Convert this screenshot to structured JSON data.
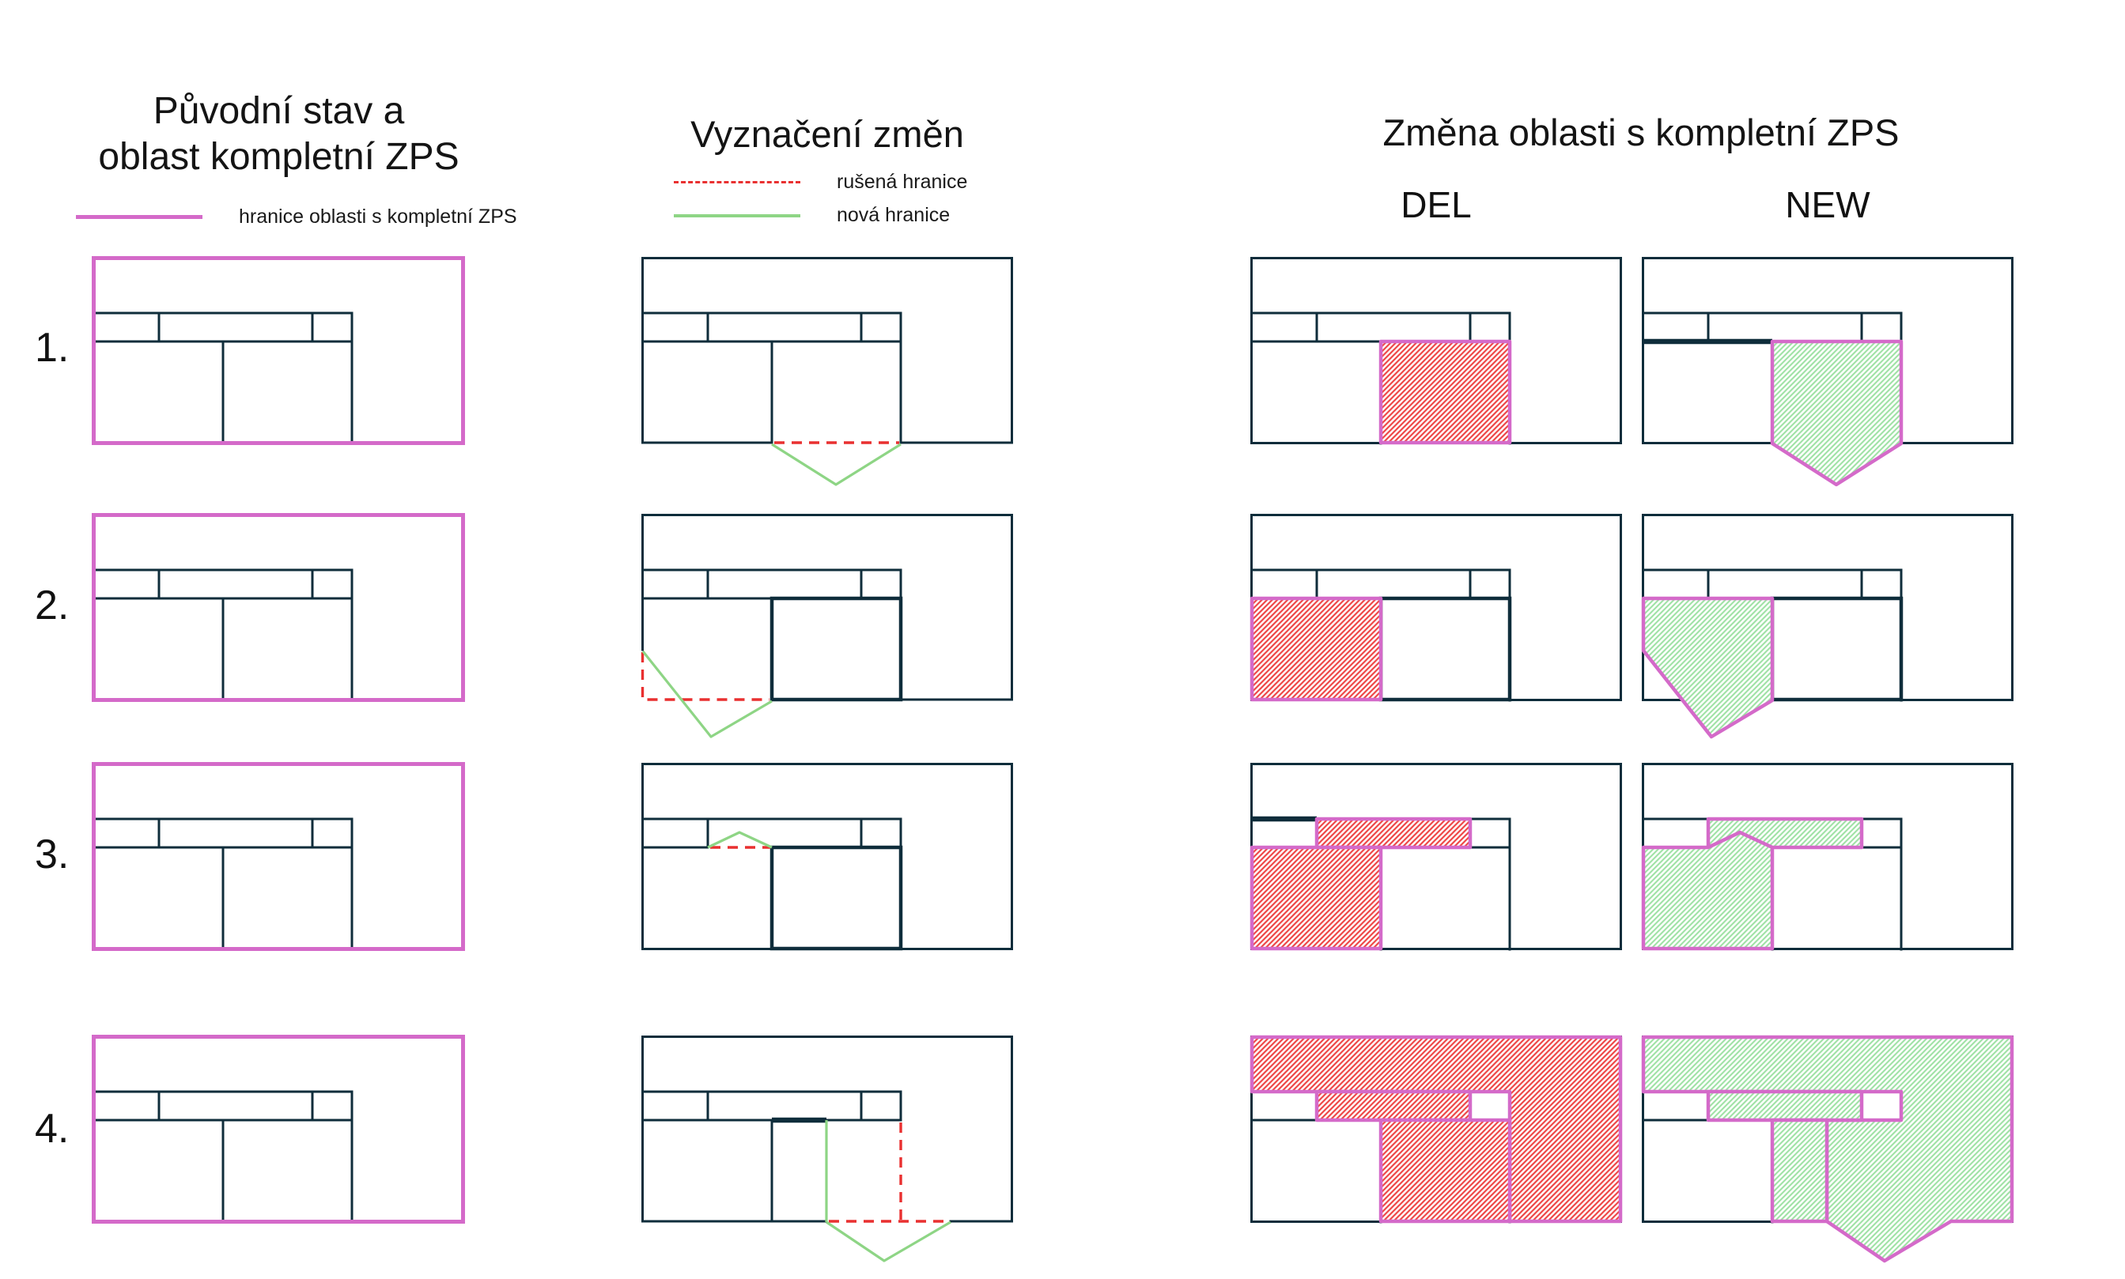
{
  "palette": {
    "outline_dark": "#0f2d3b",
    "zps_magenta": "#d46ac9",
    "removed_red": "#e93030",
    "new_green": "#8ed585",
    "hatch_red_line": "#ee4848",
    "hatch_green_line": "#a0e2a6",
    "text": "#141414"
  },
  "header": {
    "col_original": {
      "title_line1": "Původní stav a",
      "title_line2": "oblast kompletní ZPS"
    },
    "col_changes": {
      "title": "Vyznačení změn"
    },
    "col_result": {
      "title": "Změna oblasti s kompletní ZPS",
      "del_label": "DEL",
      "new_label": "NEW"
    }
  },
  "legend": {
    "original_boundary": "hranice oblasti s kompletní ZPS",
    "removed_boundary": "rušená hranice",
    "new_boundary": "nová hranice"
  },
  "rows": [
    {
      "label": "1."
    },
    {
      "label": "2."
    },
    {
      "label": "3."
    },
    {
      "label": "4."
    }
  ]
}
